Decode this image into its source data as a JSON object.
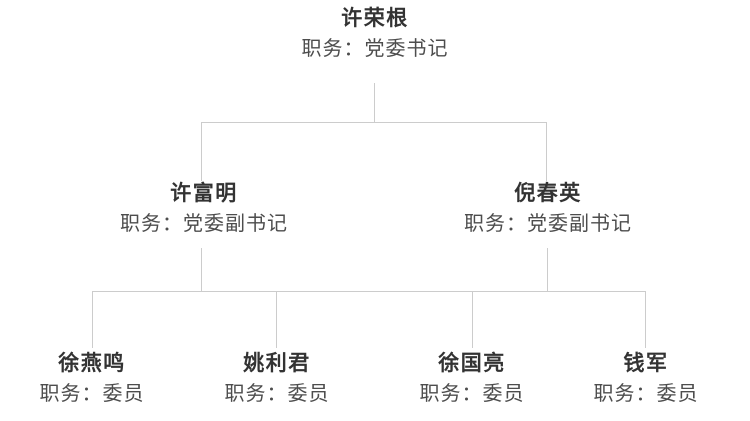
{
  "chart": {
    "type": "org-tree",
    "colors": {
      "background": "#ffffff",
      "line": "#cccccc",
      "name_text": "#333333",
      "title_text": "#4d4d4d"
    },
    "tree": {
      "name": "许荣根",
      "title": "职务：党委书记",
      "children": [
        {
          "name": "许富明",
          "title": "职务：党委副书记",
          "children": [
            {
              "name": "徐燕鸣",
              "title": "职务：委员"
            },
            {
              "name": "姚利君",
              "title": "职务：委员"
            }
          ]
        },
        {
          "name": "倪春英",
          "title": "职务：党委副书记",
          "children": [
            {
              "name": "徐国亮",
              "title": "职务：委员"
            },
            {
              "name": "钱军",
              "title": "职务：委员"
            }
          ]
        }
      ]
    }
  }
}
